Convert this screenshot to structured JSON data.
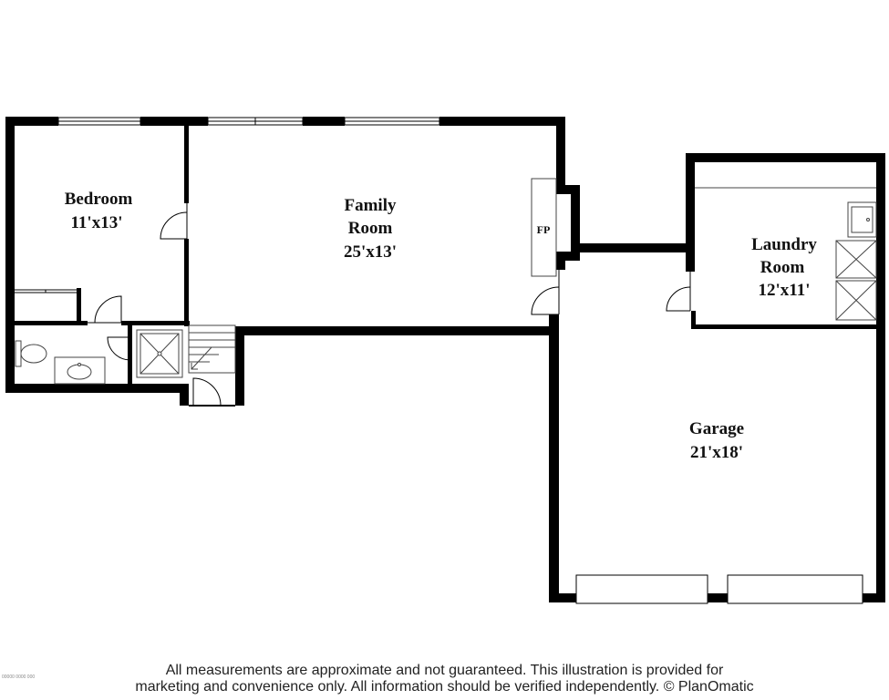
{
  "rooms": {
    "bedroom": {
      "name": "Bedroom",
      "size": "11'x13'"
    },
    "family_room": {
      "name_line1": "Family",
      "name_line2": "Room",
      "size": "25'x13'"
    },
    "laundry_room": {
      "name_line1": "Laundry",
      "name_line2": "Room",
      "size": "12'x11'"
    },
    "garage": {
      "name": "Garage",
      "size": "21'x18'"
    }
  },
  "fireplace_label": "FP",
  "disclaimer": {
    "line1": "All measurements are approximate and not guaranteed. This illustration is provided for",
    "line2": "marketing and convenience only. All information should be verified independently. © PlanOmatic"
  },
  "tiny_id": "00000 0000 000",
  "colors": {
    "wall": "#000000",
    "fixture_stroke": "#444444",
    "background": "#ffffff"
  }
}
